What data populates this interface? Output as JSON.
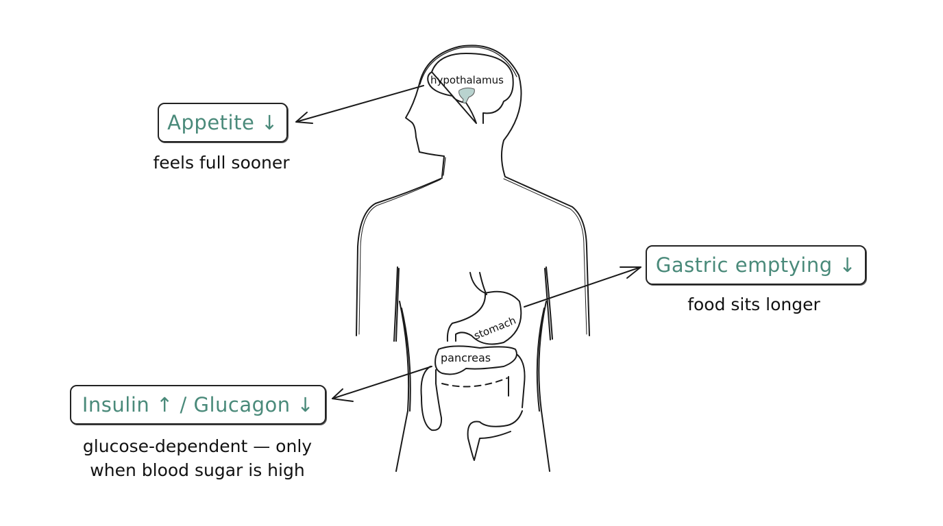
{
  "labels": {
    "hypothalamus": "hypothalamus",
    "stomach": "stomach",
    "pancreas": "pancreas"
  },
  "effects": [
    {
      "title": "Appetite ↓",
      "note": "feels full sooner"
    },
    {
      "title": "Gastric emptying ↓",
      "note": "food sits longer"
    },
    {
      "title": "Insulin ↑ / Glucagon ↓",
      "note_line1": "glucose-dependent — only",
      "note_line2": "when blood sugar is high"
    }
  ],
  "colors": {
    "accent": "#4a8a7a",
    "ink": "#1a1a1a",
    "hypothalamus_fill": "#b9d3cf"
  }
}
